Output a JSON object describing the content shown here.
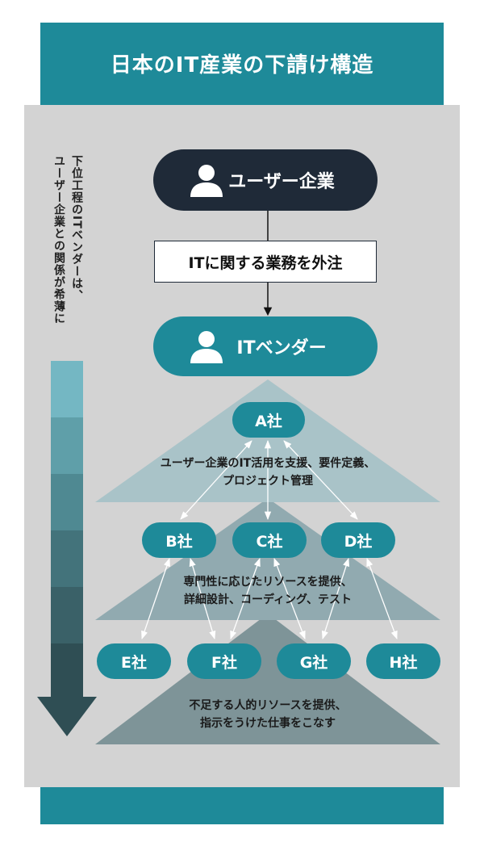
{
  "title": "日本のIT産業の下請け構造",
  "side_note": "下位工程のITベンダーは、ユーザー企業との関係が希薄に",
  "user_company": "ユーザー企業",
  "outsource_label": "ITに関する業務を外注",
  "it_vendor": "ITベンダー",
  "companies": {
    "a": "A社",
    "b": "B社",
    "c": "C社",
    "d": "D社",
    "e": "E社",
    "f": "F社",
    "g": "G社",
    "h": "H社"
  },
  "tier1_desc": [
    "ユーザー企業のIT活用を支援、要件定義、",
    "プロジェクト管理"
  ],
  "tier2_desc": [
    "専門性に応じたリソースを提供、",
    "詳細設計、コーディング、テスト"
  ],
  "tier3_desc": [
    "不足する人的リソースを提供、",
    "指示をうけた仕事をこなす"
  ],
  "colors": {
    "teal": "#1e8a99",
    "navy": "#1f2a38",
    "gradient": [
      "#74b7c3",
      "#5f9fa9",
      "#4f8992",
      "#43737b",
      "#3a6168",
      "#2f4e54"
    ]
  }
}
